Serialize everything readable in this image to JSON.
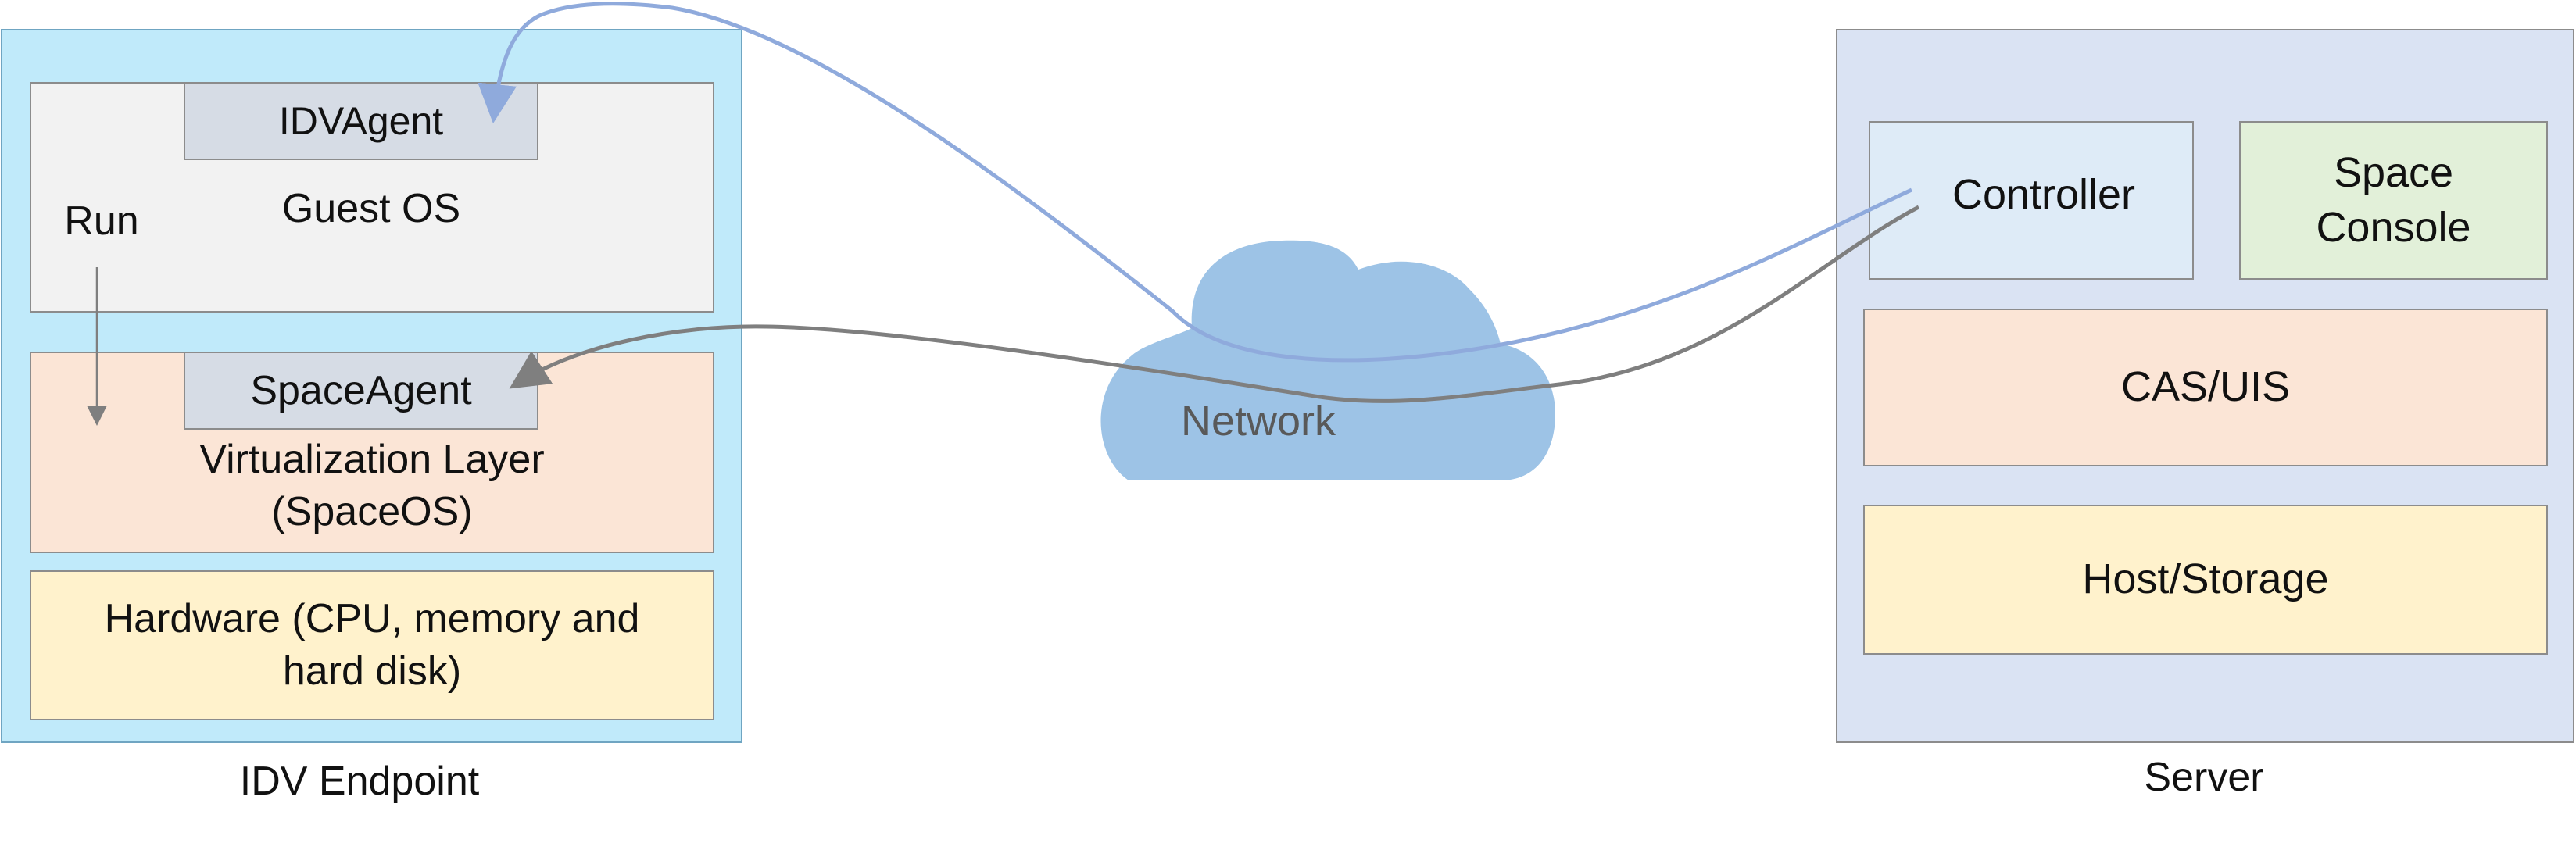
{
  "colors": {
    "endpoint_fill": "#c0eafa",
    "endpoint_border": "#6fa5c2",
    "guest_fill": "#f2f2f2",
    "agent_fill": "#d6dce5",
    "virtualization_fill": "#fbe5d6",
    "hardware_fill": "#fff2cc",
    "server_fill": "#dae3f3",
    "controller_fill": "#deebf7",
    "console_fill": "#e2f0d9",
    "cas_fill": "#fbe5d6",
    "storage_fill": "#fff2cc",
    "cloud_fill": "#9dc3e6",
    "arrow_blue": "#8faadc",
    "arrow_gray": "#7f7f7f"
  },
  "endpoint": {
    "title": "IDV Endpoint",
    "guest_os": {
      "idvagent": "IDVAgent",
      "label": "Guest OS"
    },
    "run_label": "Run",
    "virtualization": {
      "spaceagent": "SpaceAgent",
      "label": "Virtualization Layer\n(SpaceOS)"
    },
    "hardware": {
      "label": "Hardware (CPU, memory and\nhard disk)"
    }
  },
  "network": {
    "label": "Network"
  },
  "server": {
    "title": "Server",
    "controller": "Controller",
    "space_console": "Space\nConsole",
    "cas_uis": "CAS/UIS",
    "host_storage": "Host/Storage"
  }
}
